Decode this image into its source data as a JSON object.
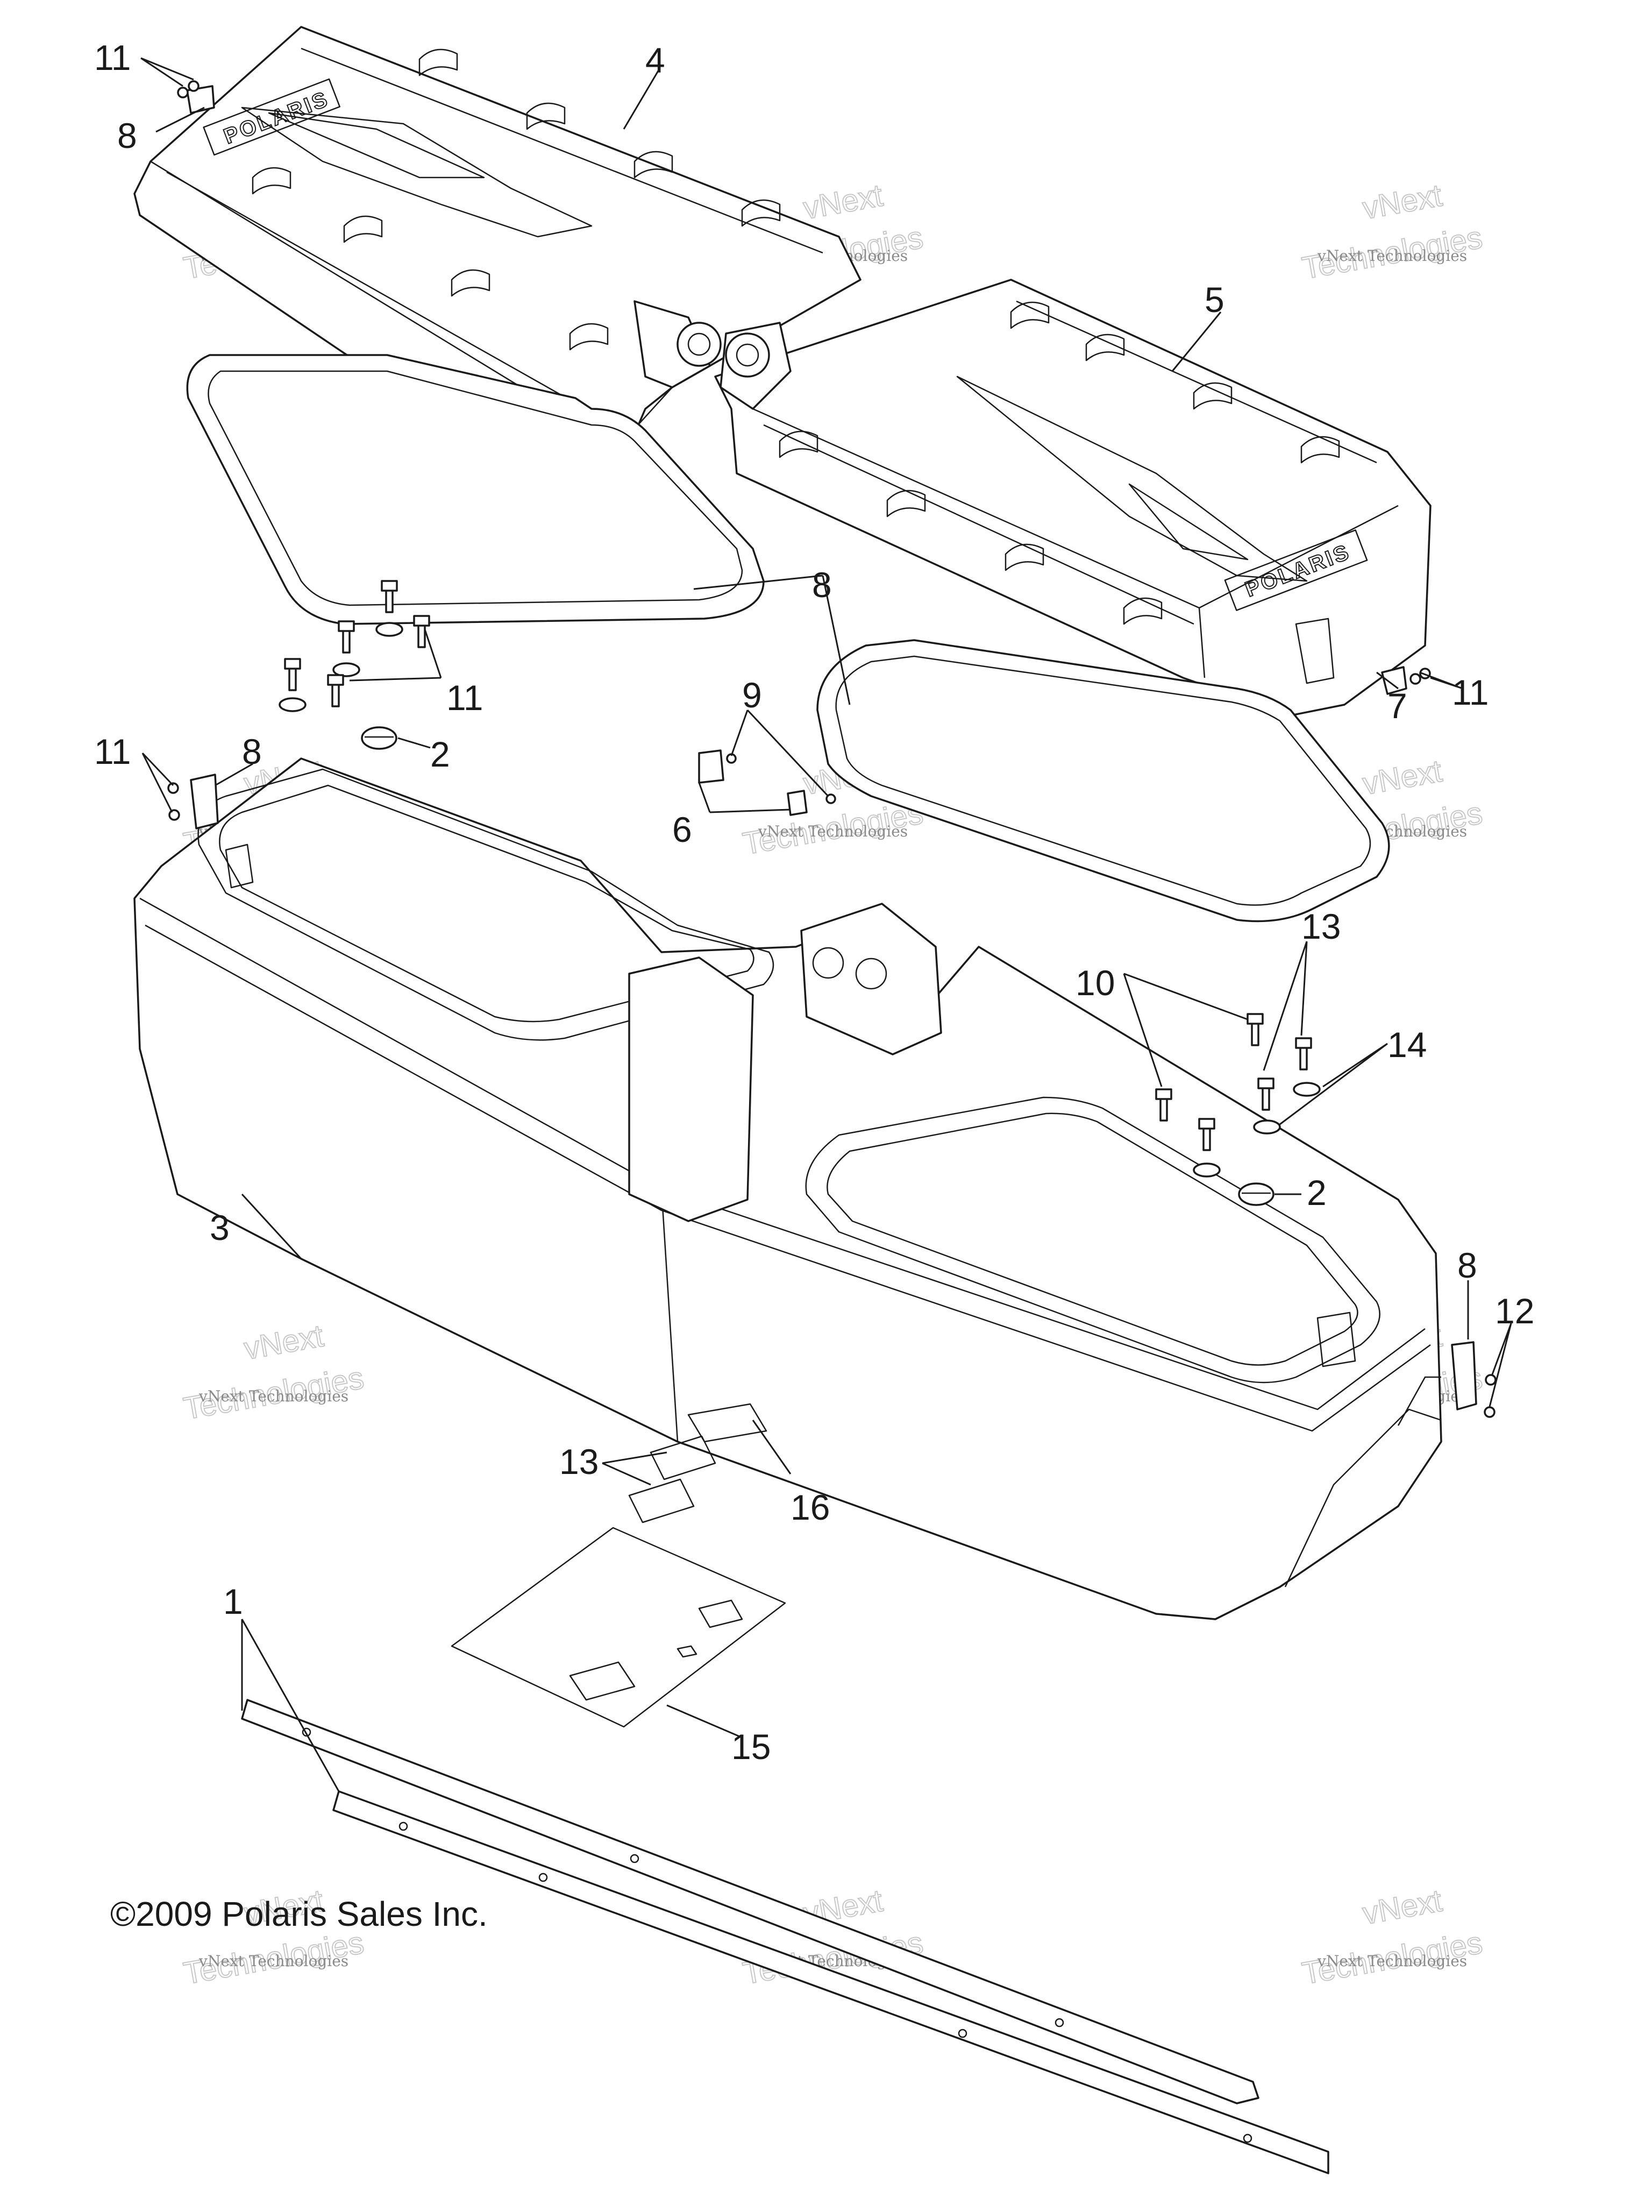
{
  "callouts": [
    {
      "id": "c1",
      "label": "1"
    },
    {
      "id": "c2a",
      "label": "2"
    },
    {
      "id": "c2b",
      "label": "2"
    },
    {
      "id": "c3",
      "label": "3"
    },
    {
      "id": "c4",
      "label": "4"
    },
    {
      "id": "c5",
      "label": "5"
    },
    {
      "id": "c6",
      "label": "6"
    },
    {
      "id": "c7",
      "label": "7"
    },
    {
      "id": "c8a",
      "label": "8"
    },
    {
      "id": "c8b",
      "label": "8"
    },
    {
      "id": "c8c",
      "label": "8"
    },
    {
      "id": "c8d",
      "label": "8"
    },
    {
      "id": "c9",
      "label": "9"
    },
    {
      "id": "c10a",
      "label": "10"
    },
    {
      "id": "c10b",
      "label": "10"
    },
    {
      "id": "c11a",
      "label": "11"
    },
    {
      "id": "c11b",
      "label": "11"
    },
    {
      "id": "c11c",
      "label": "11"
    },
    {
      "id": "c11d",
      "label": "11"
    },
    {
      "id": "c12",
      "label": "12"
    },
    {
      "id": "c13",
      "label": "13"
    },
    {
      "id": "c14",
      "label": "14"
    },
    {
      "id": "c15",
      "label": "15"
    },
    {
      "id": "c16",
      "label": "16"
    }
  ],
  "copyright": "©2009 Polaris Sales Inc.",
  "watermark": {
    "small": "vNext Technologies",
    "big": "Technologies",
    "big_top": "vNext"
  },
  "lid_logo": "POLARIS"
}
